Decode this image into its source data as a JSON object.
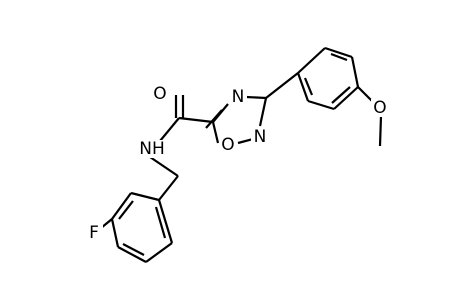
{
  "molecule": {
    "atoms": [
      {
        "id": "O_carbonyl",
        "label": "O"
      },
      {
        "id": "NH",
        "label": "NH"
      },
      {
        "id": "N4",
        "label": "N"
      },
      {
        "id": "O1",
        "label": "O"
      },
      {
        "id": "N2",
        "label": "N"
      },
      {
        "id": "F",
        "label": "F"
      },
      {
        "id": "O_methoxy",
        "label": "O"
      }
    ]
  },
  "colors": {
    "bond": "#000000",
    "label": "#000000",
    "background": "#ffffff"
  }
}
